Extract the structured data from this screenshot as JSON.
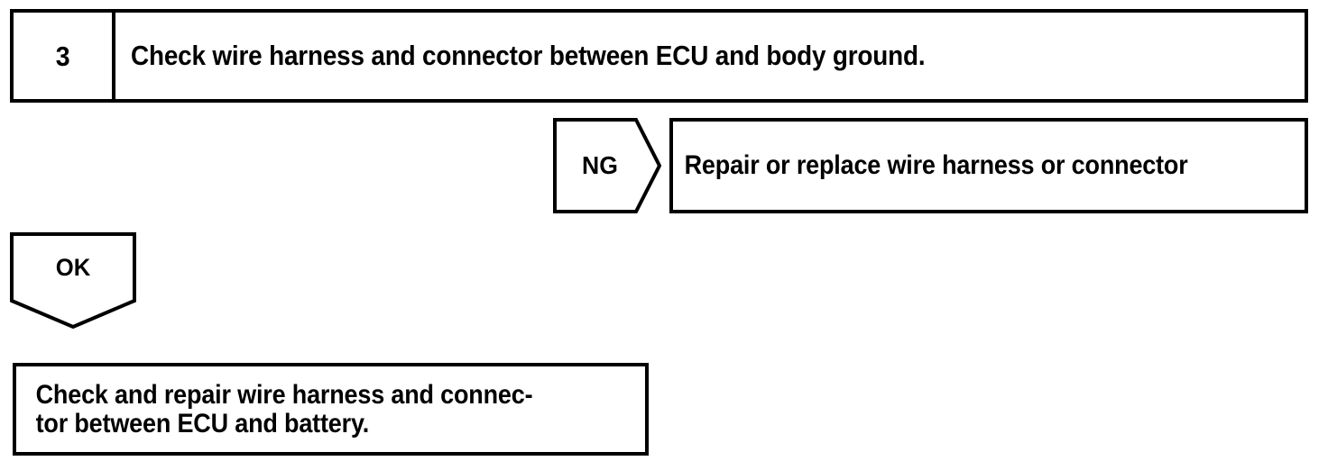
{
  "diagram": {
    "type": "troubleshooting-flowchart",
    "colors": {
      "line": "#000000",
      "background": "#ffffff",
      "text": "#000000"
    },
    "step": {
      "number": "3",
      "instruction": "Check wire harness and connector between ECU and body ground."
    },
    "branches": {
      "ng": {
        "label": "NG",
        "marker_shape": "pentagon-right",
        "action": "Repair or replace wire harness or connector"
      },
      "ok": {
        "label": "OK",
        "marker_shape": "pentagon-down",
        "action": "Check and repair wire harness and connec-\ntor between ECU and battery."
      }
    }
  }
}
